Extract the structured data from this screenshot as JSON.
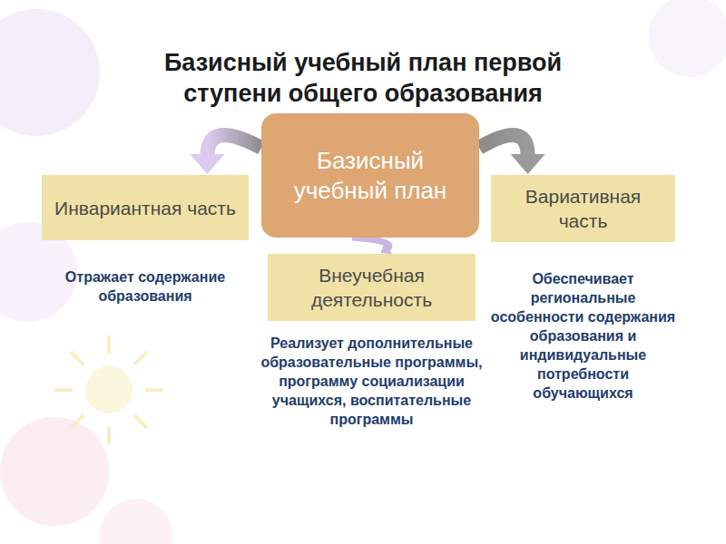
{
  "diagram": {
    "title": "Базисный учебный план первой ступени общего образования",
    "nodes": [
      {
        "text": [
          "Базисный учебный план"
        ]
      },
      {
        "text": [
          "Инвариантная часть",
          "Отражает содержание образования"
        ]
      },
      {
        "text": [
          "Вариативная часть",
          "Обеспечивает региональные особенности содержания образования и индивидуальные потребности обучающихся"
        ]
      },
      {
        "text": [
          "Внеучебная деятельность",
          "Реализует дополнительные образовательные программы, программу социализации учащихся, воспитательные программы"
        ]
      }
    ],
    "edges": [
      {
        "from": 0,
        "to": 1,
        "arrow": "to"
      },
      {
        "from": 0,
        "to": 2,
        "arrow": "to"
      },
      {
        "from": 0,
        "to": 3,
        "arrow": "to"
      }
    ]
  }
}
